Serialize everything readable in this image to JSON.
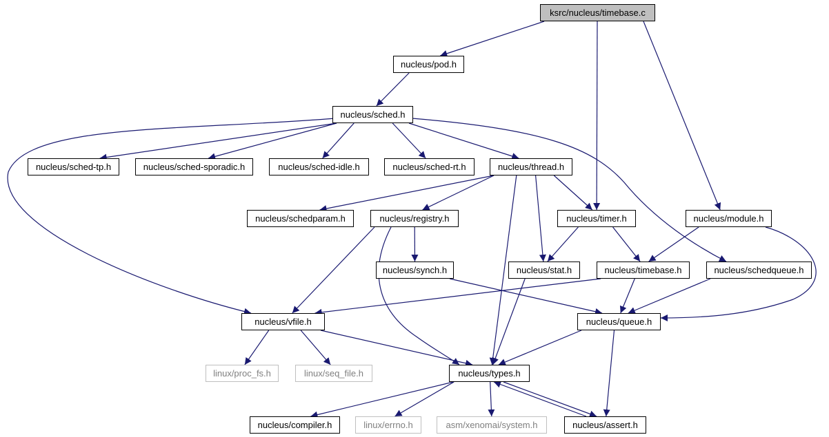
{
  "diagram": {
    "edge_color": "#191970",
    "root_fill": "#bfbfbf",
    "external_color": "#bfbfbf",
    "nodes": {
      "timebase_c": {
        "label": "ksrc/nucleus/timebase.c",
        "kind": "root"
      },
      "pod": {
        "label": "nucleus/pod.h",
        "kind": "file"
      },
      "sched": {
        "label": "nucleus/sched.h",
        "kind": "file"
      },
      "sched_tp": {
        "label": "nucleus/sched-tp.h",
        "kind": "file"
      },
      "sched_sporadic": {
        "label": "nucleus/sched-sporadic.h",
        "kind": "file"
      },
      "sched_idle": {
        "label": "nucleus/sched-idle.h",
        "kind": "file"
      },
      "sched_rt": {
        "label": "nucleus/sched-rt.h",
        "kind": "file"
      },
      "thread": {
        "label": "nucleus/thread.h",
        "kind": "file"
      },
      "schedparam": {
        "label": "nucleus/schedparam.h",
        "kind": "file"
      },
      "registry": {
        "label": "nucleus/registry.h",
        "kind": "file"
      },
      "timer": {
        "label": "nucleus/timer.h",
        "kind": "file"
      },
      "module": {
        "label": "nucleus/module.h",
        "kind": "file"
      },
      "synch": {
        "label": "nucleus/synch.h",
        "kind": "file"
      },
      "stat": {
        "label": "nucleus/stat.h",
        "kind": "file"
      },
      "timebase_h": {
        "label": "nucleus/timebase.h",
        "kind": "file"
      },
      "schedqueue": {
        "label": "nucleus/schedqueue.h",
        "kind": "file"
      },
      "vfile": {
        "label": "nucleus/vfile.h",
        "kind": "file"
      },
      "queue": {
        "label": "nucleus/queue.h",
        "kind": "file"
      },
      "proc_fs": {
        "label": "linux/proc_fs.h",
        "kind": "external"
      },
      "seq_file": {
        "label": "linux/seq_file.h",
        "kind": "external"
      },
      "types": {
        "label": "nucleus/types.h",
        "kind": "file"
      },
      "compiler": {
        "label": "nucleus/compiler.h",
        "kind": "file"
      },
      "errno": {
        "label": "linux/errno.h",
        "kind": "external"
      },
      "system": {
        "label": "asm/xenomai/system.h",
        "kind": "external"
      },
      "assert": {
        "label": "nucleus/assert.h",
        "kind": "file"
      }
    },
    "edges": [
      [
        "timebase_c",
        "pod"
      ],
      [
        "timebase_c",
        "timer"
      ],
      [
        "timebase_c",
        "module"
      ],
      [
        "pod",
        "sched"
      ],
      [
        "sched",
        "vfile"
      ],
      [
        "sched",
        "sched_tp"
      ],
      [
        "sched",
        "sched_sporadic"
      ],
      [
        "sched",
        "sched_idle"
      ],
      [
        "sched",
        "sched_rt"
      ],
      [
        "sched",
        "thread"
      ],
      [
        "sched",
        "schedqueue"
      ],
      [
        "thread",
        "schedparam"
      ],
      [
        "thread",
        "registry"
      ],
      [
        "thread",
        "types"
      ],
      [
        "thread",
        "stat"
      ],
      [
        "thread",
        "timer"
      ],
      [
        "registry",
        "vfile"
      ],
      [
        "registry",
        "synch"
      ],
      [
        "registry",
        "types"
      ],
      [
        "timer",
        "stat"
      ],
      [
        "timer",
        "timebase_h"
      ],
      [
        "module",
        "timebase_h"
      ],
      [
        "module",
        "queue"
      ],
      [
        "timebase_h",
        "vfile"
      ],
      [
        "timebase_h",
        "queue"
      ],
      [
        "schedqueue",
        "queue"
      ],
      [
        "synch",
        "queue"
      ],
      [
        "stat",
        "types"
      ],
      [
        "vfile",
        "proc_fs"
      ],
      [
        "vfile",
        "seq_file"
      ],
      [
        "vfile",
        "types"
      ],
      [
        "queue",
        "types"
      ],
      [
        "queue",
        "assert"
      ],
      [
        "types",
        "compiler"
      ],
      [
        "types",
        "errno"
      ],
      [
        "types",
        "system"
      ],
      [
        "types",
        "assert"
      ],
      [
        "assert",
        "types"
      ]
    ]
  }
}
